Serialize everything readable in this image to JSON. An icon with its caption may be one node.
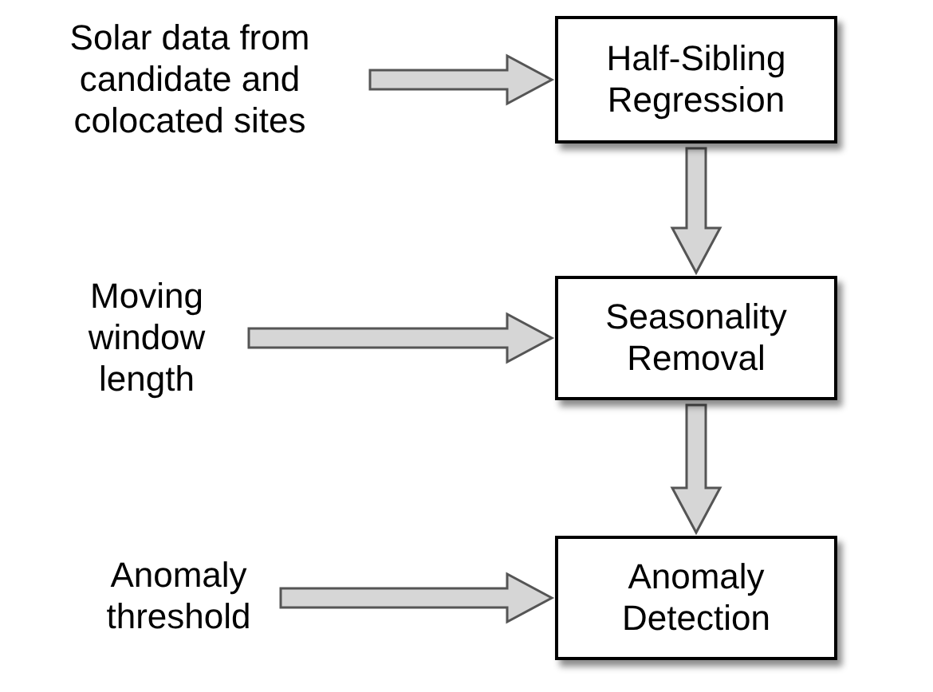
{
  "diagram": {
    "nodes": [
      {
        "text": [
          "Solar data from candidate and colocated sites"
        ]
      },
      {
        "text": [
          "Half-Sibling Regression"
        ]
      },
      {
        "text": [
          "Moving window length"
        ]
      },
      {
        "text": [
          "Seasonality Removal"
        ]
      },
      {
        "text": [
          "Anomaly threshold"
        ]
      },
      {
        "text": [
          "Anomaly Detection"
        ]
      }
    ],
    "edges": [
      {
        "from": 0,
        "to": 1,
        "arrow": "to"
      },
      {
        "from": 1,
        "to": 3,
        "arrow": "to"
      },
      {
        "from": 2,
        "to": 3,
        "arrow": "to"
      },
      {
        "from": 3,
        "to": 5,
        "arrow": "to"
      },
      {
        "from": 4,
        "to": 5,
        "arrow": "to"
      }
    ]
  }
}
